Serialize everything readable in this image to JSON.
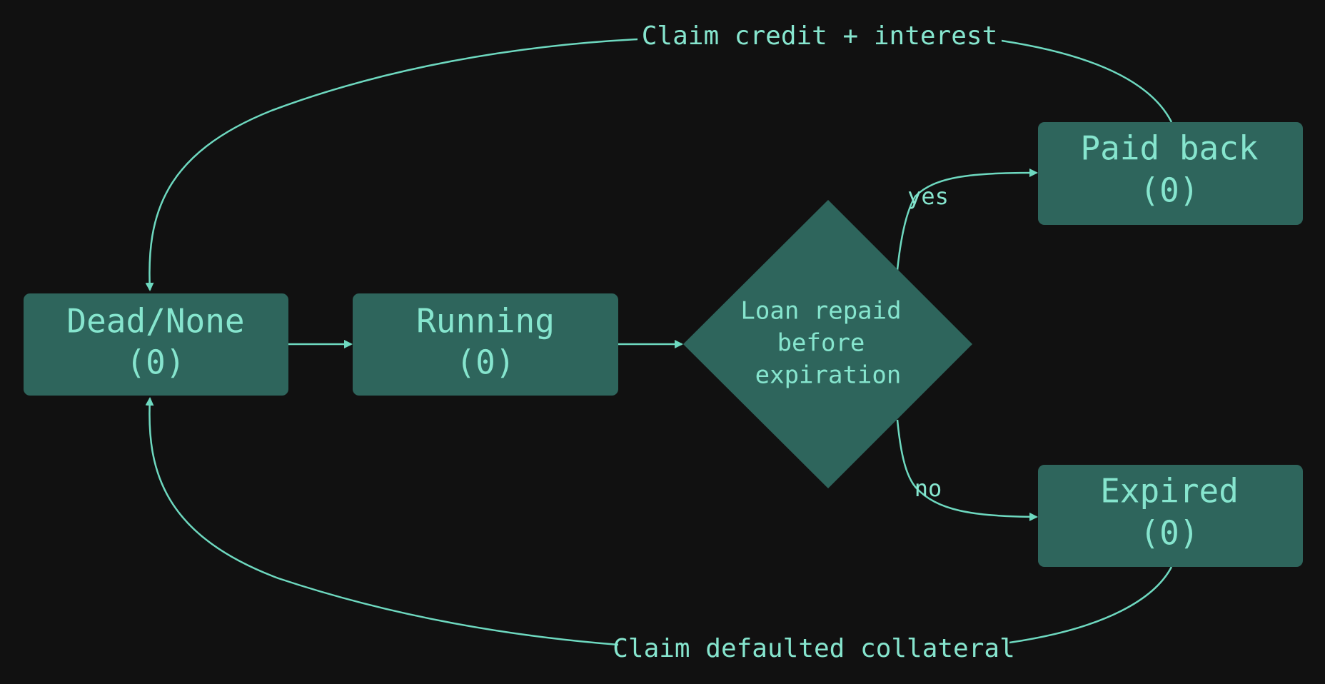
{
  "colors": {
    "background": "#111111",
    "node_fill": "#2e655c",
    "text": "#86e5ce",
    "edge": "#6ed9c0"
  },
  "nodes": {
    "dead_none": {
      "title": "Dead/None",
      "count": "(0)"
    },
    "running": {
      "title": "Running",
      "count": "(0)"
    },
    "decision": {
      "lines": [
        "Loan repaid",
        "before",
        "expiration"
      ]
    },
    "paid_back": {
      "title": "Paid back",
      "count": "(0)"
    },
    "expired": {
      "title": "Expired",
      "count": "(0)"
    }
  },
  "edges": {
    "yes": "yes",
    "no": "no",
    "claim_credit": "Claim credit + interest",
    "claim_collateral": "Claim defaulted collateral"
  }
}
